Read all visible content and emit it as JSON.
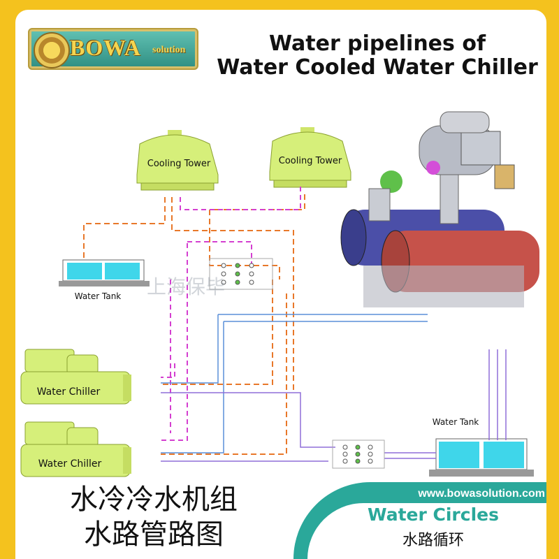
{
  "brand": {
    "name": "BOWA",
    "suffix": "solution"
  },
  "title": {
    "line1": "Water pipelines of",
    "line2": "Water Cooled Water Chiller"
  },
  "labels": {
    "cooling_tower_1": "Cooling Tower",
    "cooling_tower_2": "Cooling Tower",
    "water_tank_left": "Water Tank",
    "water_tank_right": "Water Tank",
    "water_chiller_1": "Water Chiller",
    "water_chiller_2": "Water Chiller",
    "watermark": "上海保毕"
  },
  "chinese_title": {
    "line1": "水冷冷水机组",
    "line2": "水路管路图"
  },
  "footer": {
    "url": "www.bowasolution.com",
    "caption": "Water Circles",
    "caption_zh": "水路循环"
  },
  "colors": {
    "background_frame": "#f4c21e",
    "accent_teal": "#2aa89a",
    "equipment_green": "#d6ef7a",
    "tank_water": "#3fd6ea",
    "condenser_pipe_orange": "#e8782a",
    "chilled_pipe_magenta": "#d43fd0",
    "system_pipe_blue": "#5a8fd8",
    "return_pipe_purple": "#8f6ed8",
    "chiller_evaporator": "#4b4fa8",
    "chiller_condenser": "#c6524a"
  }
}
